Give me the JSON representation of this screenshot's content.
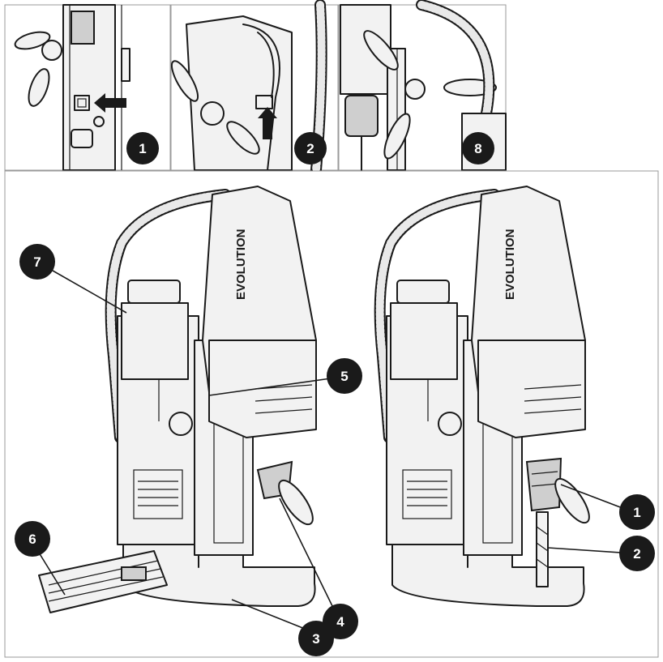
{
  "brand": "EVOLUTION",
  "callouts": {
    "top1": "1",
    "top2": "2",
    "top8": "8",
    "left7": "7",
    "left5": "5",
    "left6": "6",
    "left4": "4",
    "left3": "3",
    "right1": "1",
    "right2": "2"
  },
  "colors": {
    "outline": "#1a1a1a",
    "callout_fill": "#1a1a1a",
    "callout_text": "#ffffff",
    "panel_border": "#9a9a9a"
  }
}
